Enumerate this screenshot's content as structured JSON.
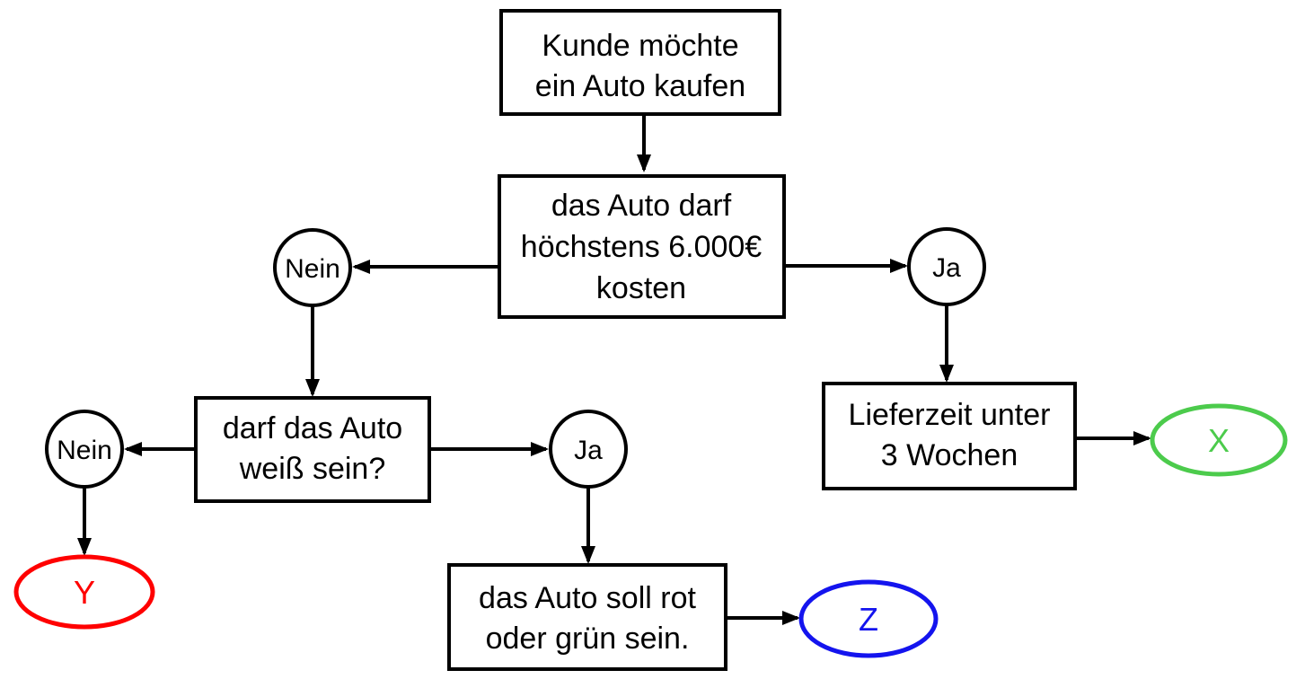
{
  "colors": {
    "black": "#000000",
    "green": "#4ccb4c",
    "red": "#ff0000",
    "blue": "#1414ee"
  },
  "nodes": {
    "start": {
      "lines": [
        "Kunde möchte",
        "ein Auto kaufen"
      ]
    },
    "price": {
      "lines": [
        "das Auto darf",
        "höchstens 6.000€",
        "kosten"
      ]
    },
    "nein1": {
      "label": "Nein"
    },
    "ja1": {
      "label": "Ja"
    },
    "delivery": {
      "lines": [
        "Lieferzeit unter",
        "3 Wochen"
      ]
    },
    "white_q": {
      "lines": [
        "darf das Auto",
        "weiß sein?"
      ]
    },
    "nein2": {
      "label": "Nein"
    },
    "ja2": {
      "label": "Ja"
    },
    "color_pref": {
      "lines": [
        "das Auto soll rot",
        "oder grün sein."
      ]
    },
    "x": {
      "label": "X"
    },
    "y": {
      "label": "Y"
    },
    "z": {
      "label": "Z"
    }
  }
}
